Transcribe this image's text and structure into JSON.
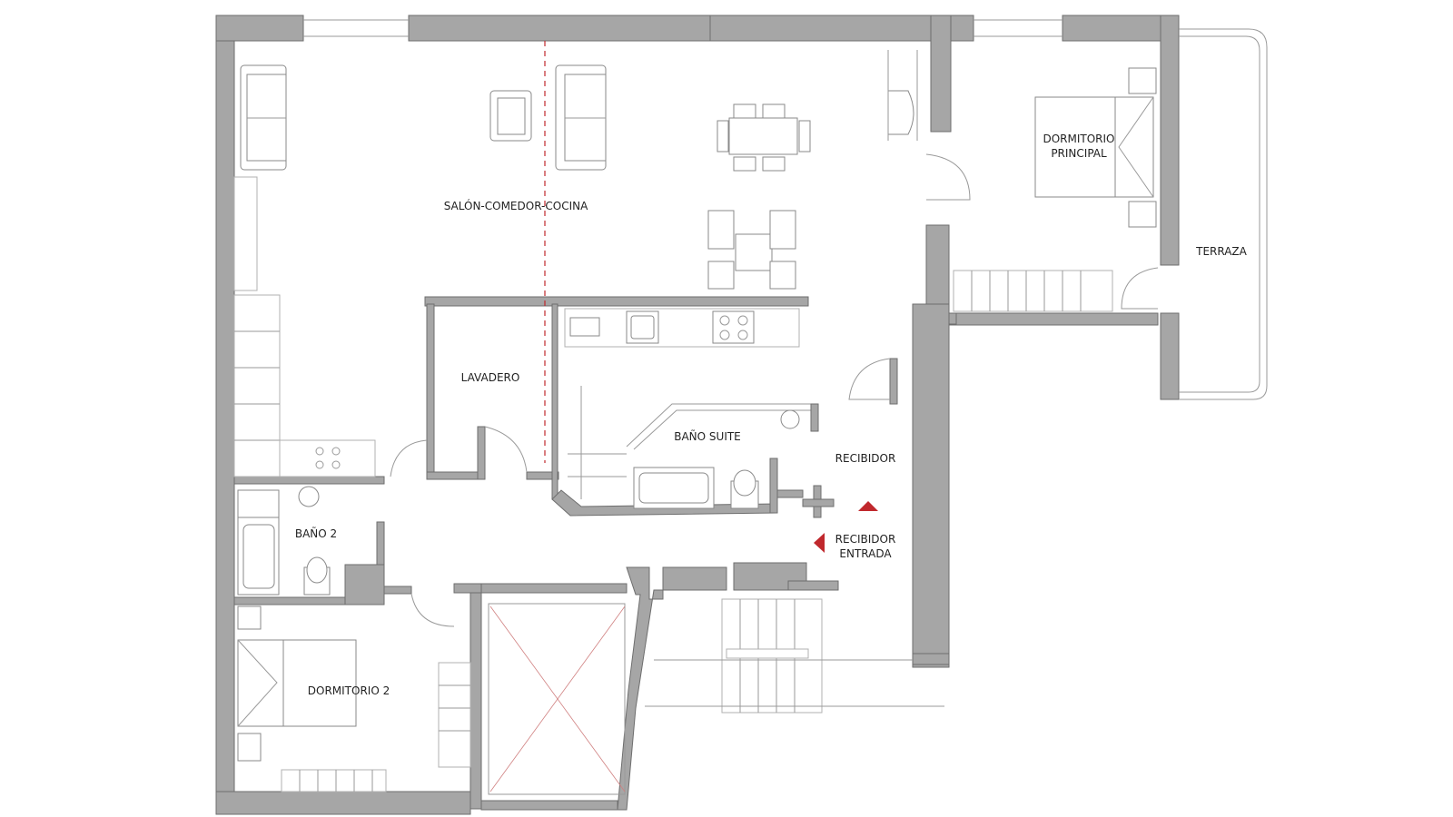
{
  "rooms": {
    "salon": "SALÓN-COMEDOR-COCINA",
    "lavadero": "LAVADERO",
    "bano_suite": "BAÑO SUITE",
    "recibidor": "RECIBIDOR",
    "recibidor_entrada_line1": "RECIBIDOR",
    "recibidor_entrada_line2": "ENTRADA",
    "bano2": "BAÑO 2",
    "dormitorio2": "DORMITORIO 2",
    "dormitorio_principal_line1": "DORMITORIO",
    "dormitorio_principal_line2": "PRINCIPAL",
    "terraza": "TERRAZA"
  },
  "colors": {
    "wall": "#a6a6a6",
    "accent_red": "#c0282d"
  }
}
